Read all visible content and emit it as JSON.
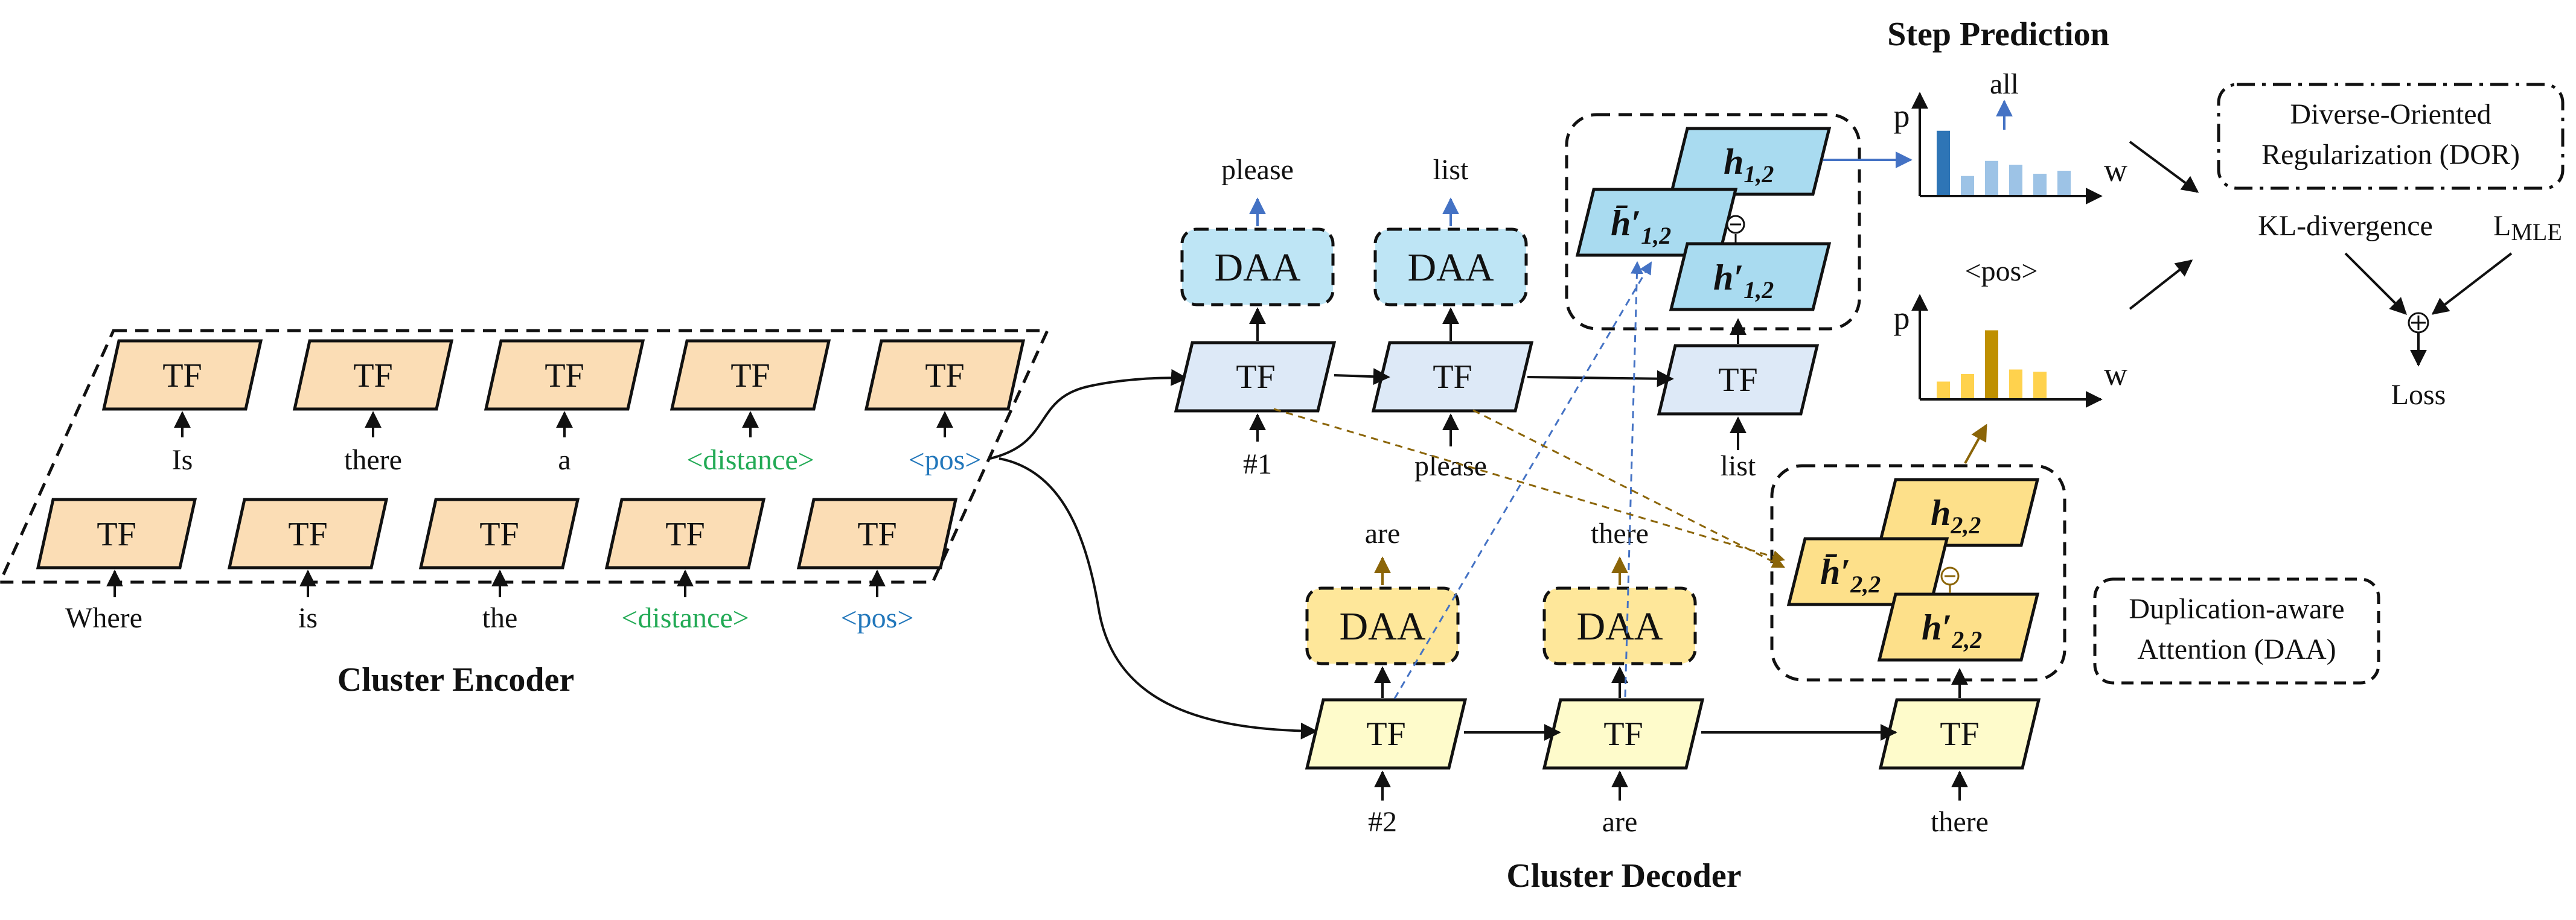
{
  "colors": {
    "encoder_fill": "#FBDDB5",
    "decoder1_fill": "#DDE9F7",
    "daa1_fill": "#BEE5F5",
    "h1_fill": "#A9DBF0",
    "decoder2_fill": "#FEFBCB",
    "daa2_fill": "#FEE79A",
    "h2_fill": "#FDE08A",
    "green": "#22AA55",
    "blue_text": "#2277BB",
    "blue_arrow": "#4472C4",
    "gold_arrow": "#8B6508"
  },
  "titles": {
    "encoder": "Cluster Encoder",
    "decoder": "Cluster Decoder",
    "step": "Step Prediction"
  },
  "tf_label": "TF",
  "daa_label": "DAA",
  "encoder": {
    "row1": [
      "Is",
      "there",
      "a",
      "<distance>",
      "<pos>"
    ],
    "row2": [
      "Where",
      "is",
      "the",
      "<distance>",
      "<pos>"
    ]
  },
  "decoder1": {
    "inputs": [
      "#1",
      "please",
      "list"
    ],
    "outputs": [
      "please",
      "list"
    ]
  },
  "decoder2": {
    "inputs": [
      "#2",
      "are",
      "there"
    ],
    "outputs": [
      "are",
      "there"
    ]
  },
  "hidden": {
    "h1": "h",
    "h1_sub": "1,2",
    "hbar1": "h̄′",
    "hbar1_sub": "1,2",
    "hprime1": "h′",
    "hprime1_sub": "1,2",
    "h2": "h",
    "h2_sub": "2,2",
    "hbar2": "h̄′",
    "hbar2_sub": "2,2",
    "hprime2": "h′",
    "hprime2_sub": "2,2"
  },
  "step_prediction": {
    "p_label": "p",
    "w_label": "w",
    "top_output": "all",
    "bottom_output": "<pos>",
    "top_bars": [
      0.85,
      0.25,
      0.45,
      0.4,
      0.28,
      0.32
    ],
    "bottom_bars": [
      0.22,
      0.32,
      0.9,
      0.38,
      0.35
    ]
  },
  "right": {
    "dor": [
      "Diverse-Oriented",
      "Regularization (DOR)"
    ],
    "kl": "KL-divergence",
    "lmle": "L",
    "lmle_sub": "MLE",
    "loss": "Loss",
    "daa_legend": [
      "Duplication-aware",
      "Attention (DAA)"
    ]
  }
}
